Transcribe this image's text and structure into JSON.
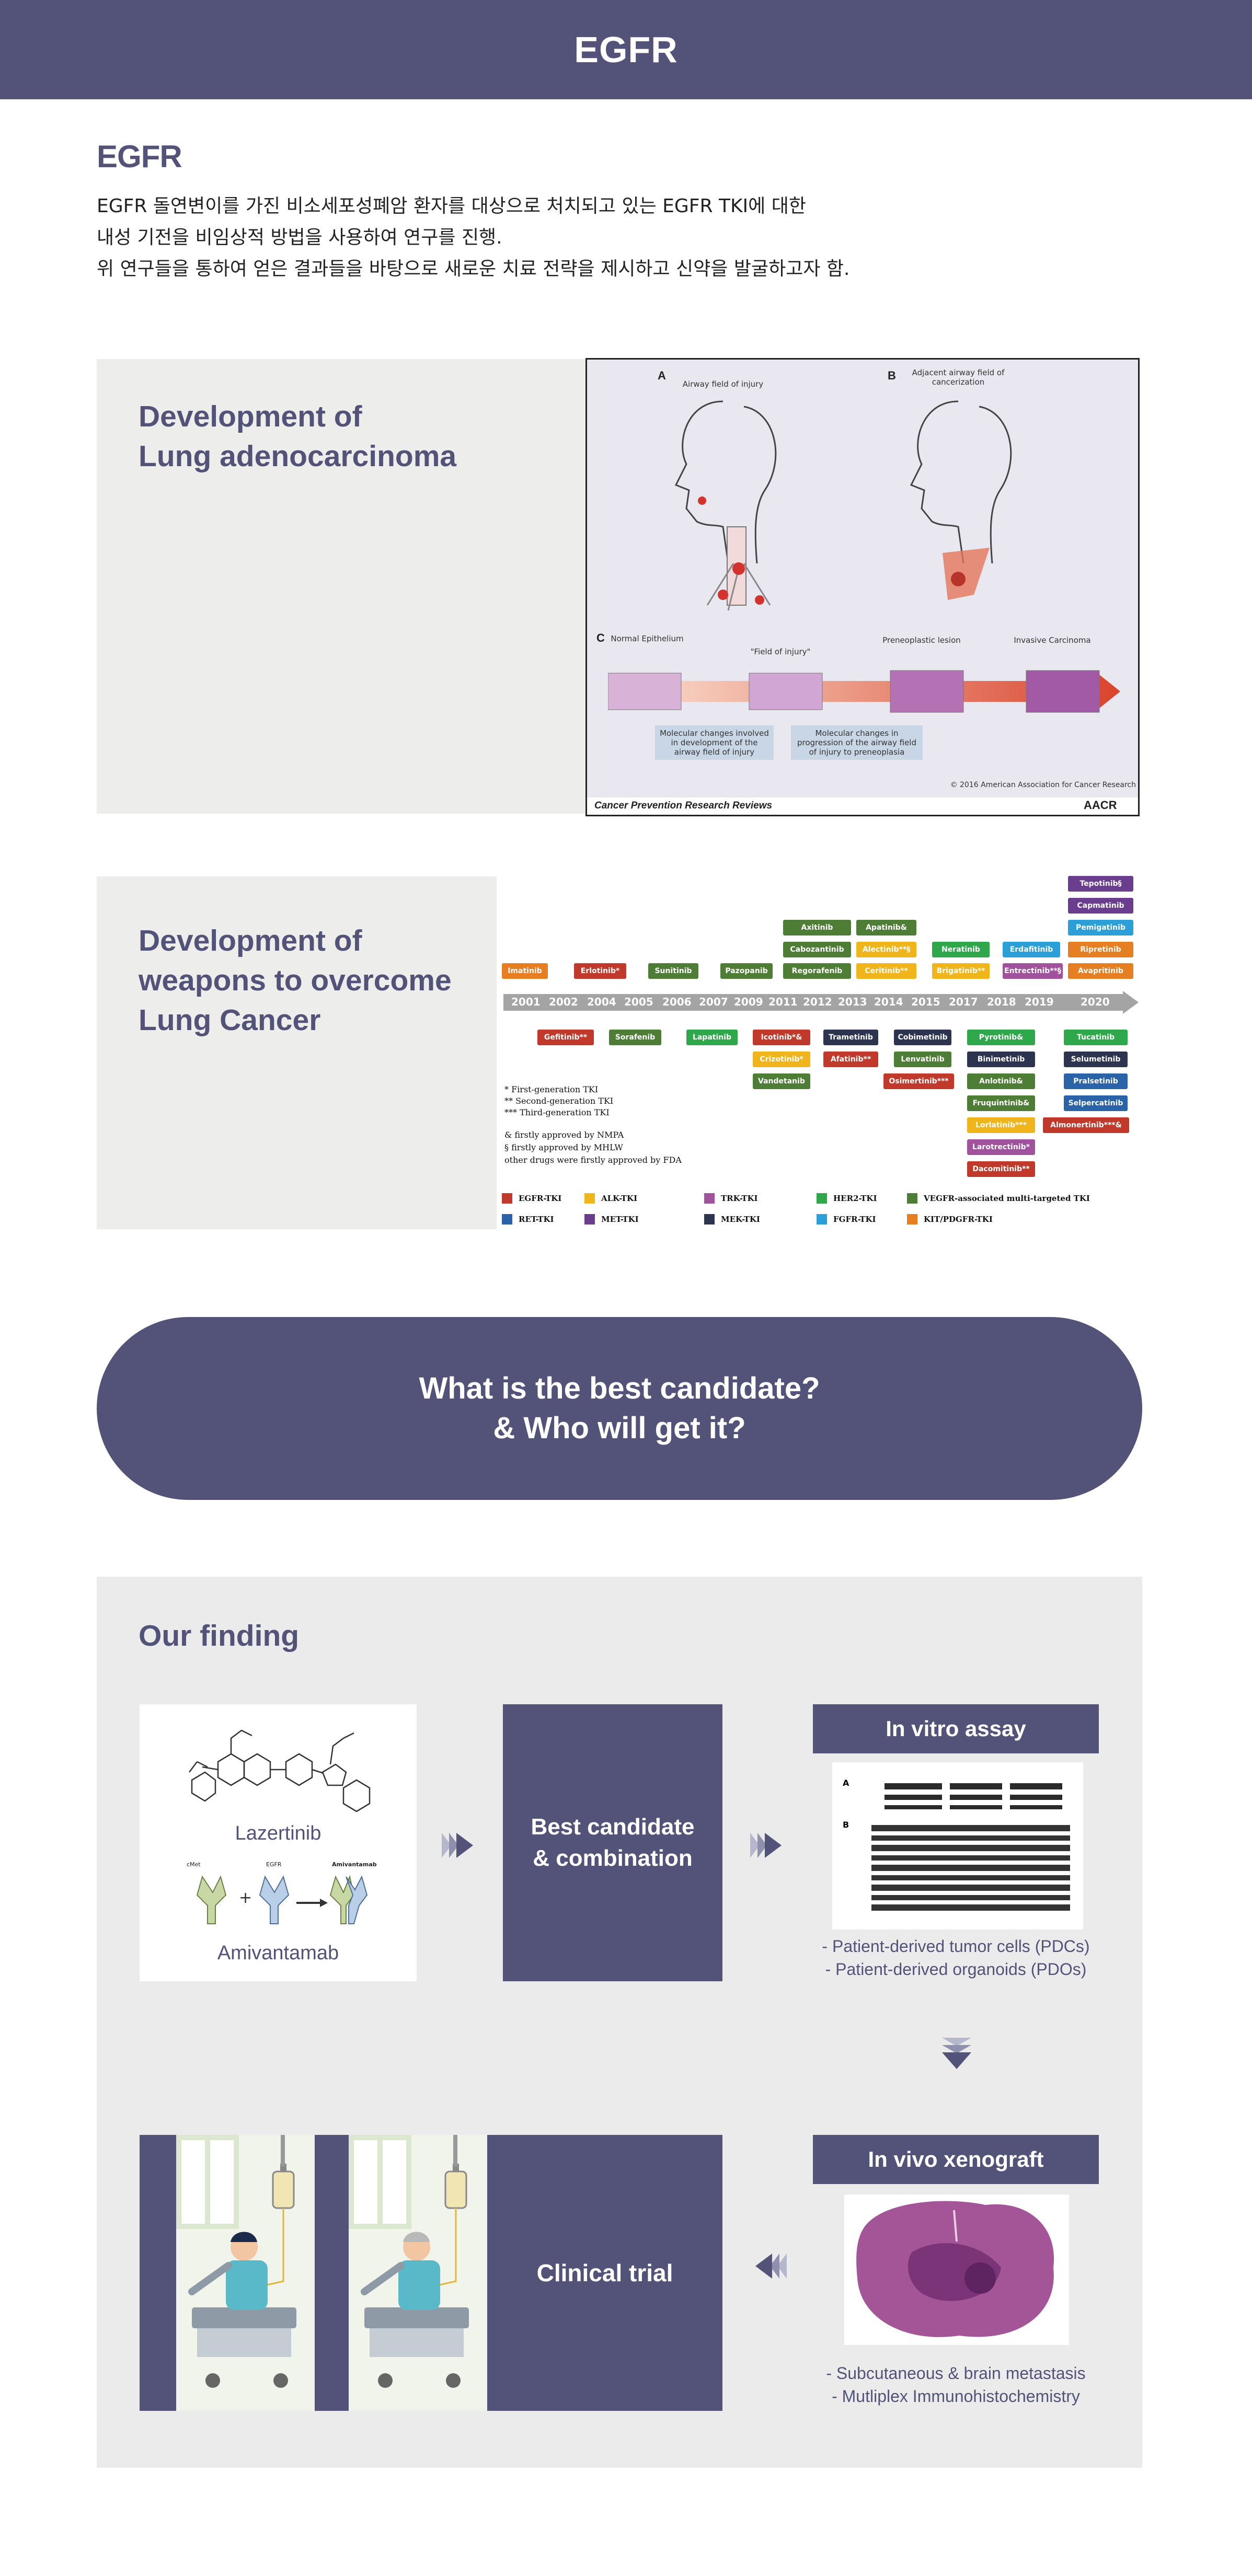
{
  "header": {
    "title": "EGFR"
  },
  "intro": {
    "heading": "EGFR",
    "lines": [
      "EGFR 돌연변이를 가진 비소세포성폐암 환자를 대상으로 처치되고 있는 EGFR TKI에 대한",
      "내성 기전을 비임상적 방법을 사용하여 연구를 진행.",
      "위 연구들을 통하여 얻은 결과들을 바탕으로 새로운 치료 전략을 제시하고 신약을 발굴하고자 함."
    ]
  },
  "section1": {
    "title_line1": "Development of",
    "title_line2": "Lung adenocarcinoma",
    "figure": {
      "label_a": "A",
      "label_b": "B",
      "label_c": "C",
      "a_caption": "Airway field of injury",
      "b_caption": "Adjacent airway field of cancerization",
      "stage1": "Normal Epithelium",
      "stage2": "\"Field of injury\"",
      "stage3": "Preneoplastic lesion",
      "stage4": "Invasive Carcinoma",
      "note1": "Molecular changes involved in development of the airway field of injury",
      "note2": "Molecular changes in progression of the airway field of injury to preneoplasia",
      "copyright": "© 2016 American Association for Cancer Research",
      "journal": "Cancer Prevention Research Reviews",
      "logo": "AACR"
    }
  },
  "section2": {
    "title_line1": "Development of",
    "title_line2": "weapons to overcome",
    "title_line3": "Lung Cancer",
    "years": [
      "2001",
      "2002",
      "2004",
      "2005",
      "2006",
      "2007",
      "2009",
      "2011",
      "2012",
      "2013",
      "2014",
      "2015",
      "2017",
      "2018",
      "2019",
      "2020"
    ],
    "drugs_above": [
      {
        "name": "Imatinib",
        "color": "#e67e22"
      },
      {
        "name": "Erlotinib*",
        "color": "#c0392b"
      },
      {
        "name": "Sunitinib",
        "color": "#4e7d35"
      },
      {
        "name": "Pazopanib",
        "color": "#4e7d35"
      },
      {
        "name": "Axitinib",
        "color": "#4e7d35"
      },
      {
        "name": "Cabozantinib",
        "color": "#4e7d35"
      },
      {
        "name": "Regorafenib",
        "color": "#4e7d35"
      },
      {
        "name": "Apatinib&",
        "color": "#4e7d35"
      },
      {
        "name": "Alectinib**§",
        "color": "#f1b51c"
      },
      {
        "name": "Ceritinib**",
        "color": "#f1b51c"
      },
      {
        "name": "Neratinib",
        "color": "#2ea84a"
      },
      {
        "name": "Brigatinib**",
        "color": "#f1b51c"
      },
      {
        "name": "Erdafitinib",
        "color": "#2a9fd8"
      },
      {
        "name": "Entrectinib**§",
        "color": "#a0529d"
      },
      {
        "name": "Tepotinib§",
        "color": "#6a3d8f"
      },
      {
        "name": "Capmatinib",
        "color": "#6a3d8f"
      },
      {
        "name": "Pemigatinib",
        "color": "#2a9fd8"
      },
      {
        "name": "Ripretinib",
        "color": "#e67e22"
      },
      {
        "name": "Avapritinib",
        "color": "#e67e22"
      }
    ],
    "drugs_below": [
      {
        "name": "Gefitinib**",
        "color": "#c0392b"
      },
      {
        "name": "Sorafenib",
        "color": "#4e7d35"
      },
      {
        "name": "Lapatinib",
        "color": "#2ea84a"
      },
      {
        "name": "Icotinib*&",
        "color": "#c0392b"
      },
      {
        "name": "Crizotinib*",
        "color": "#f1b51c"
      },
      {
        "name": "Vandetanib",
        "color": "#4e7d35"
      },
      {
        "name": "Trametinib",
        "color": "#2c3450"
      },
      {
        "name": "Afatinib**",
        "color": "#c0392b"
      },
      {
        "name": "Cobimetinib",
        "color": "#2c3450"
      },
      {
        "name": "Lenvatinib",
        "color": "#4e7d35"
      },
      {
        "name": "Osimertinib***",
        "color": "#c0392b"
      },
      {
        "name": "Pyrotinib&",
        "color": "#2ea84a"
      },
      {
        "name": "Binimetinib",
        "color": "#2c3450"
      },
      {
        "name": "Anlotinib&",
        "color": "#4e7d35"
      },
      {
        "name": "Fruquintinib&",
        "color": "#4e7d35"
      },
      {
        "name": "Lorlatinib***",
        "color": "#f1b51c"
      },
      {
        "name": "Larotrectinib*",
        "color": "#a0529d"
      },
      {
        "name": "Dacomitinib**",
        "color": "#c0392b"
      },
      {
        "name": "Tucatinib",
        "color": "#2ea84a"
      },
      {
        "name": "Selumetinib",
        "color": "#2c3450"
      },
      {
        "name": "Pralsetinib",
        "color": "#2b63a8"
      },
      {
        "name": "Selpercatinib",
        "color": "#2b63a8"
      },
      {
        "name": "Almonertinib***&",
        "color": "#c0392b"
      }
    ],
    "notes": [
      "*      First-generation TKI",
      "**    Second-generation TKI",
      "***   Third-generation TKI",
      "&   firstly approved by NMPA",
      "§   firstly approved by MHLW",
      "other drugs were firstly approved by FDA"
    ],
    "legend": [
      {
        "label": "EGFR-TKI",
        "color": "#c0392b"
      },
      {
        "label": "ALK-TKI",
        "color": "#f1b51c"
      },
      {
        "label": "TRK-TKI",
        "color": "#a0529d"
      },
      {
        "label": "HER2-TKI",
        "color": "#2ea84a"
      },
      {
        "label": "VEGFR-associated multi-targeted TKI",
        "color": "#4e7d35"
      },
      {
        "label": "RET-TKI",
        "color": "#2b63a8"
      },
      {
        "label": "MET-TKI",
        "color": "#6a3d8f"
      },
      {
        "label": "MEK-TKI",
        "color": "#2c3450"
      },
      {
        "label": "FGFR-TKI",
        "color": "#2a9fd8"
      },
      {
        "label": "KIT/PDGFR-TKI",
        "color": "#e67e22"
      }
    ]
  },
  "banner": {
    "line1": "What is the best candidate?",
    "line2": "& Who will get it?"
  },
  "finding": {
    "title": "Our finding",
    "drug1": "Lazertinib",
    "drug2": "Amivantamab",
    "amivantamab_labels": [
      "cMet",
      "EGFR",
      "Amivantamab"
    ],
    "best_line1": "Best candidate",
    "best_line2": "& combination",
    "invitro_title": "In vitro assay",
    "invitro_bullets": [
      "- Patient-derived tumor cells (PDCs)",
      "- Patient-derived organoids (PDOs)"
    ],
    "invivo_title": "In vivo xenograft",
    "invivo_bullets": [
      "- Subcutaneous & brain metastasis",
      "- Mutliplex Immunohistochemistry"
    ],
    "clinical": "Clinical trial"
  }
}
